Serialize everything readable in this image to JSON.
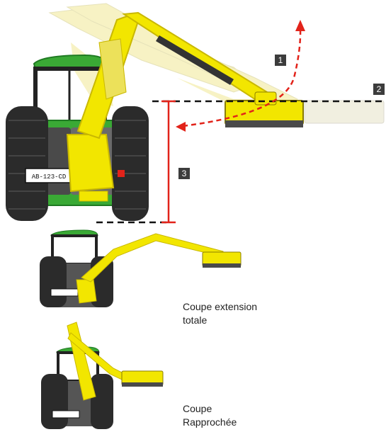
{
  "badges": {
    "b1": "1",
    "b2": "2",
    "b3": "3"
  },
  "captions": {
    "extension_line1": "Coupe extension",
    "extension_line2": "totale",
    "close_line1": "Coupe",
    "close_line2": "Rapprochée"
  },
  "plates": {
    "main": "AB-123-CD"
  },
  "colors": {
    "machine_yellow": "#f2e600",
    "machine_yellow_dark": "#c9b800",
    "tractor_green": "#3aa935",
    "tractor_green_dark": "#1f7a22",
    "tire": "#2b2b2b",
    "arrow_red": "#e2231a",
    "badge_bg": "#3c3c3c"
  }
}
